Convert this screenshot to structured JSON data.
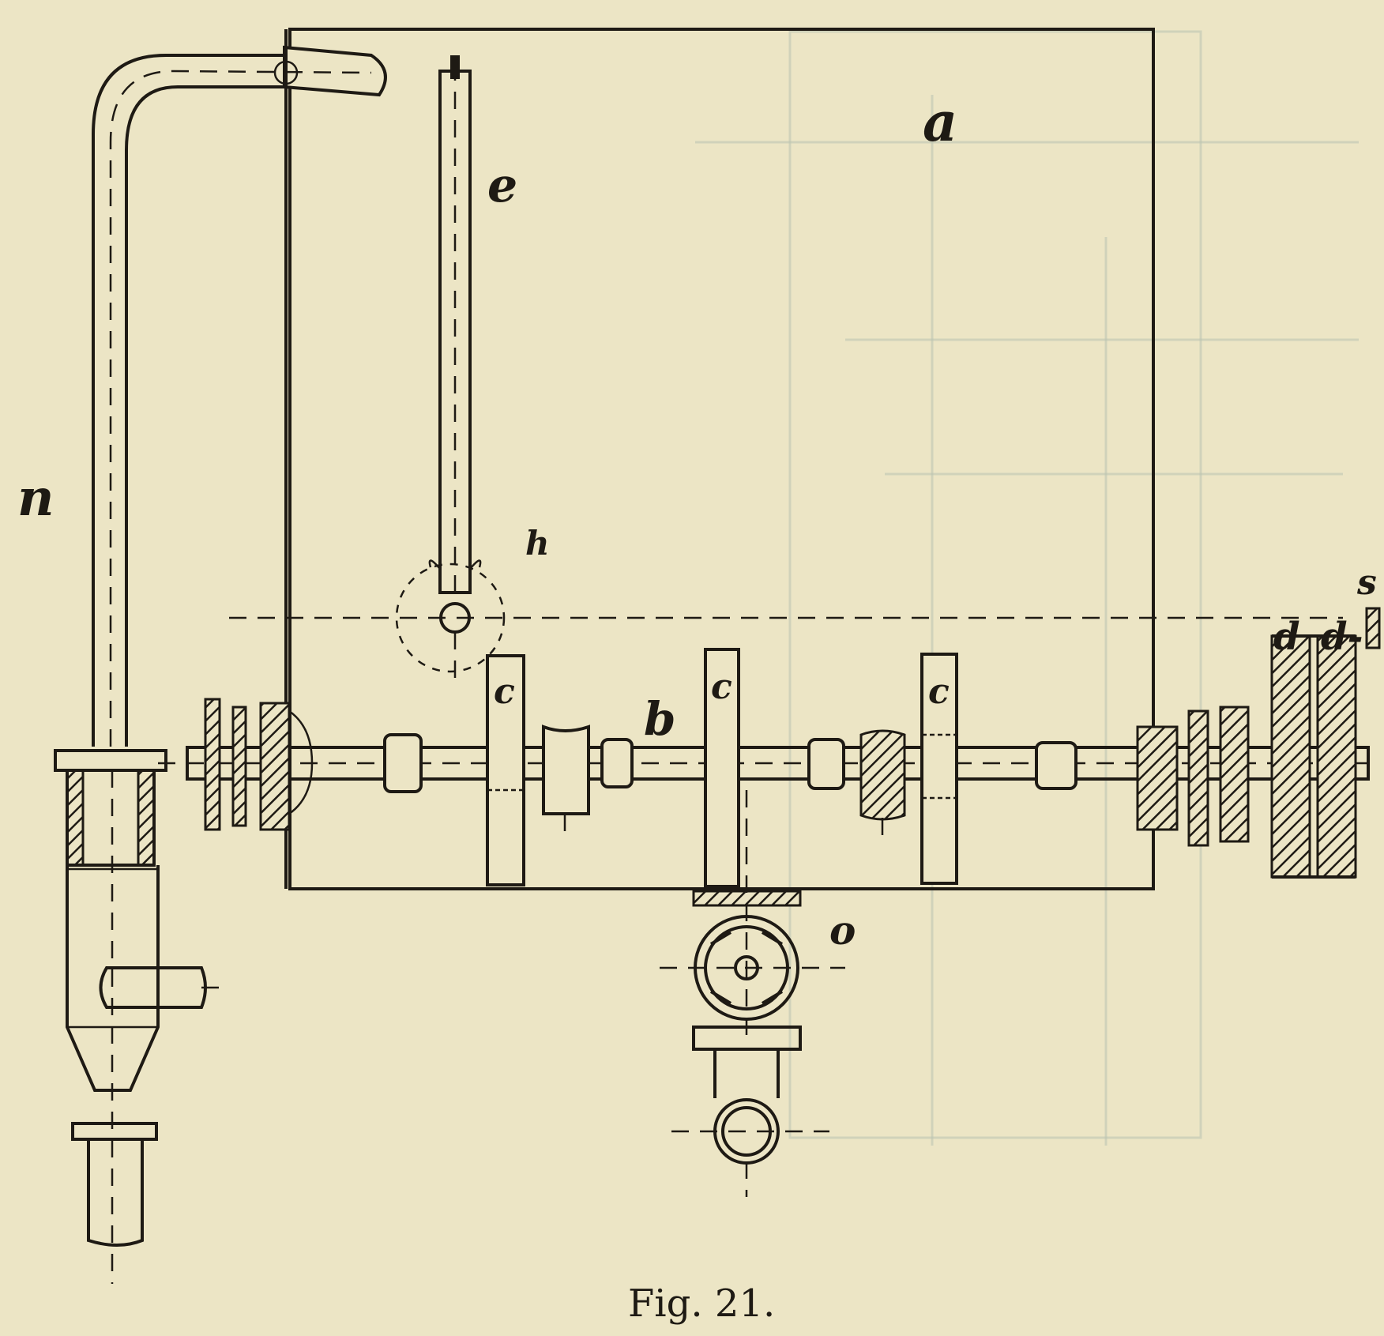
{
  "labels": {
    "a": "a",
    "b": "b",
    "c1": "c",
    "c2": "c",
    "c3": "c",
    "d1": "d",
    "d2": "d-",
    "e": "e",
    "h": "h",
    "n": "n",
    "o": "o",
    "s": "s"
  },
  "caption": "Fig. 21.",
  "colors": {
    "paper": "#ece5c5",
    "ink": "#1e1a14"
  }
}
